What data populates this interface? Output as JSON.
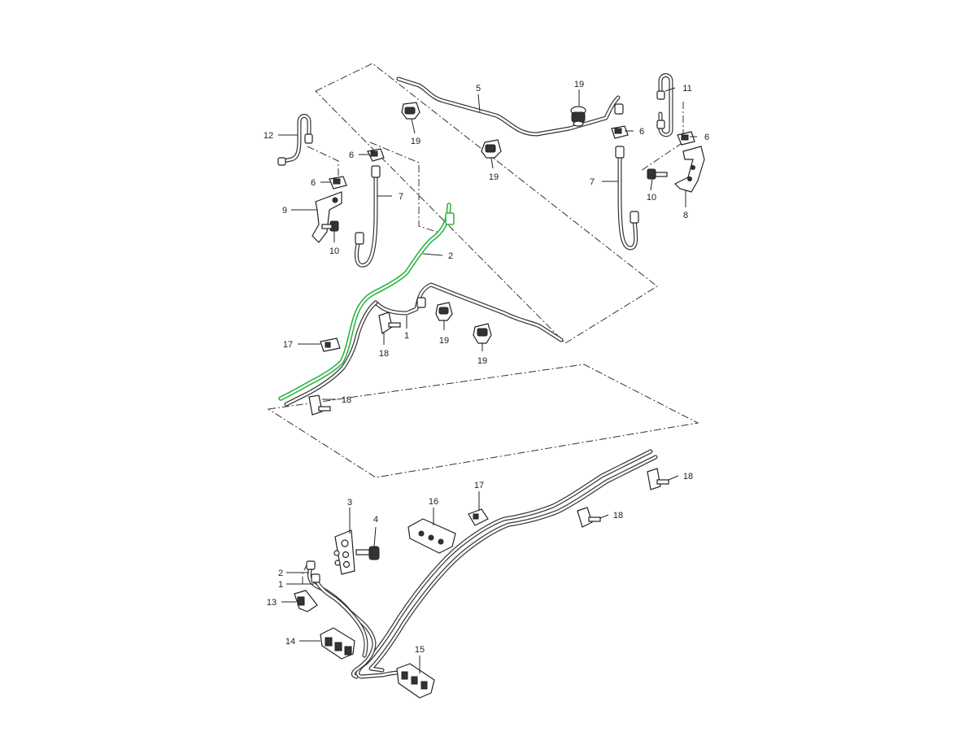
{
  "diagram": {
    "highlight_color": "#27b33a",
    "line_color": "#333333",
    "callouts": [
      {
        "id": "c-5",
        "text": "5"
      },
      {
        "id": "c-19-a",
        "text": "19"
      },
      {
        "id": "c-11",
        "text": "11"
      },
      {
        "id": "c-12",
        "text": "12"
      },
      {
        "id": "c-19-b",
        "text": "19"
      },
      {
        "id": "c-6-a",
        "text": "6"
      },
      {
        "id": "c-6-b",
        "text": "6"
      },
      {
        "id": "c-6-c",
        "text": "6"
      },
      {
        "id": "c-19-c",
        "text": "19"
      },
      {
        "id": "c-6-d",
        "text": "6"
      },
      {
        "id": "c-7-a",
        "text": "7"
      },
      {
        "id": "c-7-b",
        "text": "7"
      },
      {
        "id": "c-10-a",
        "text": "10"
      },
      {
        "id": "c-9",
        "text": "9"
      },
      {
        "id": "c-8",
        "text": "8"
      },
      {
        "id": "c-10-b",
        "text": "10"
      },
      {
        "id": "c-2-a",
        "text": "2"
      },
      {
        "id": "c-17-a",
        "text": "17"
      },
      {
        "id": "c-1-a",
        "text": "1"
      },
      {
        "id": "c-19-d",
        "text": "19"
      },
      {
        "id": "c-18-a",
        "text": "18"
      },
      {
        "id": "c-19-e",
        "text": "19"
      },
      {
        "id": "c-18-b",
        "text": "18"
      },
      {
        "id": "c-18-c",
        "text": "18"
      },
      {
        "id": "c-3",
        "text": "3"
      },
      {
        "id": "c-16",
        "text": "16"
      },
      {
        "id": "c-17-b",
        "text": "17"
      },
      {
        "id": "c-4",
        "text": "4"
      },
      {
        "id": "c-18-d",
        "text": "18"
      },
      {
        "id": "c-2-b",
        "text": "2"
      },
      {
        "id": "c-1-b",
        "text": "1"
      },
      {
        "id": "c-13",
        "text": "13"
      },
      {
        "id": "c-14",
        "text": "14"
      },
      {
        "id": "c-15",
        "text": "15"
      }
    ]
  }
}
